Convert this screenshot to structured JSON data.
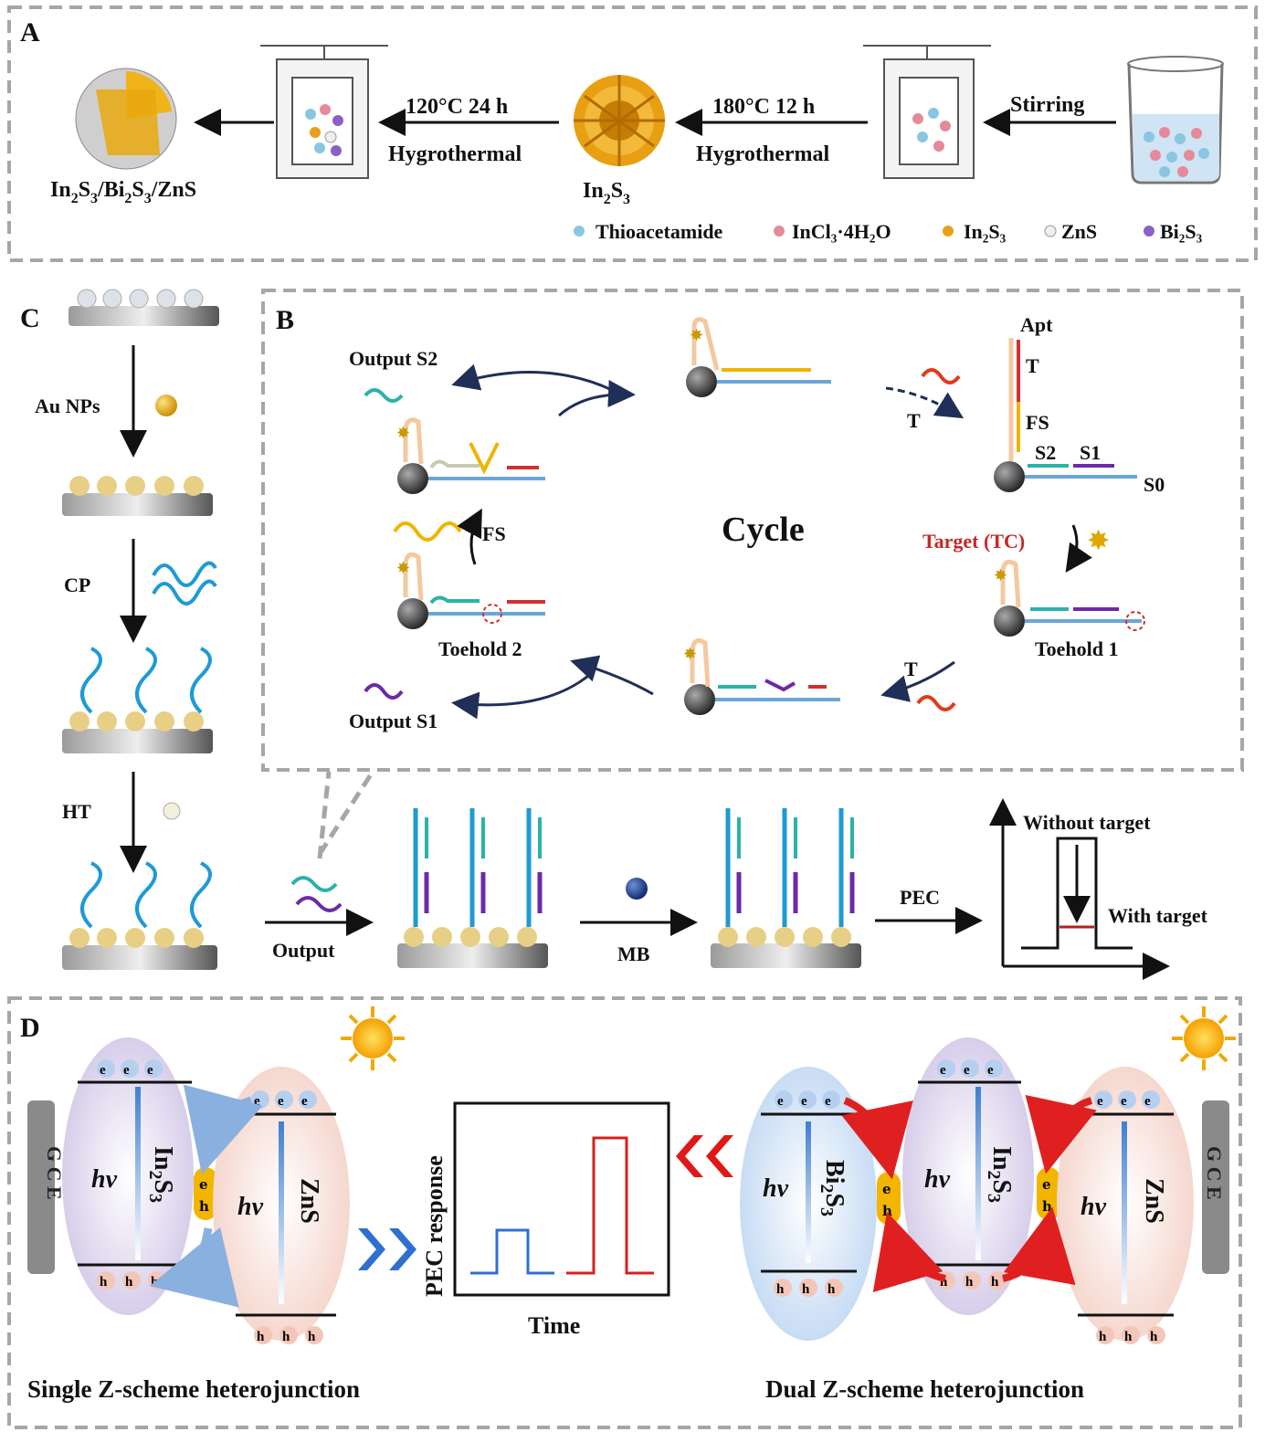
{
  "panel_a": {
    "letter": "A",
    "product_label_main": "In",
    "product_label_parts": [
      "In",
      "2",
      "S",
      "3",
      "/Bi",
      "2",
      "S",
      "3",
      "/ZnS"
    ],
    "step1_temp": "120°C 24 h",
    "step1_method": "Hygrothermal",
    "intermediate_parts": [
      "In",
      "2",
      "S",
      "3"
    ],
    "step2_temp": "180°C 12 h",
    "step2_method": "Hygrothermal",
    "step3": "Stirring",
    "legend": [
      {
        "text": "Thioacetamide",
        "color": "#8ac6e0"
      },
      {
        "text": "InCl₃·4H₂O",
        "color": "#e58a9a"
      },
      {
        "text": "In₂S₃",
        "color": "#e6a21a"
      },
      {
        "text": "ZnS",
        "color": "#eeeeee"
      },
      {
        "text": "Bi₂S₃",
        "color": "#8a62c6"
      }
    ]
  },
  "panel_b": {
    "letter": "B",
    "output_s2": "Output S2",
    "output_s1": "Output S1",
    "apt": "Apt",
    "t": "T",
    "fs": "FS",
    "s2": "S2",
    "s1": "S1",
    "s0": "S0",
    "cycle": "Cycle",
    "target": "Target (TC)",
    "toehold1": "Toehold 1",
    "toehold2": "Toehold 2"
  },
  "panel_c": {
    "letter": "C",
    "au": "Au NPs",
    "cp": "CP",
    "ht": "HT",
    "output": "Output",
    "mb": "MB",
    "pec": "PEC",
    "without": "Without target",
    "with": "With target"
  },
  "panel_d": {
    "letter": "D",
    "gce": "G C E",
    "hv": "hv",
    "in2s3_parts": [
      "In",
      "2",
      "S",
      "3"
    ],
    "zns": "ZnS",
    "bi2s3_parts": [
      "Bi",
      "2",
      "S",
      "3"
    ],
    "e": "e",
    "h": "h",
    "pec_response": "PEC response",
    "time": "Time",
    "single": "Single Z-scheme heterojunction",
    "dual": "Dual Z-scheme heterojunction"
  },
  "colors": {
    "dash": "#a6a6a6",
    "red": "#d32f2f",
    "blue": "#2f6fd1",
    "cyan": "#2ab3a8",
    "purple": "#6b2aa8",
    "orange_strand": "#f0b400",
    "dna_blue": "#6aa6d8",
    "navy": "#1f2f57"
  }
}
